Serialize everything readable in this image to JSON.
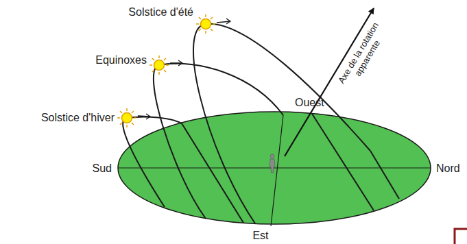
{
  "diagram": {
    "labels": [
      "Solstice d'été",
      "Equinoxes",
      "Solstice d'hiver",
      "Ouest",
      "Axe de la rotation apparente",
      "Sud",
      "Nord",
      "Est"
    ]
  }
}
